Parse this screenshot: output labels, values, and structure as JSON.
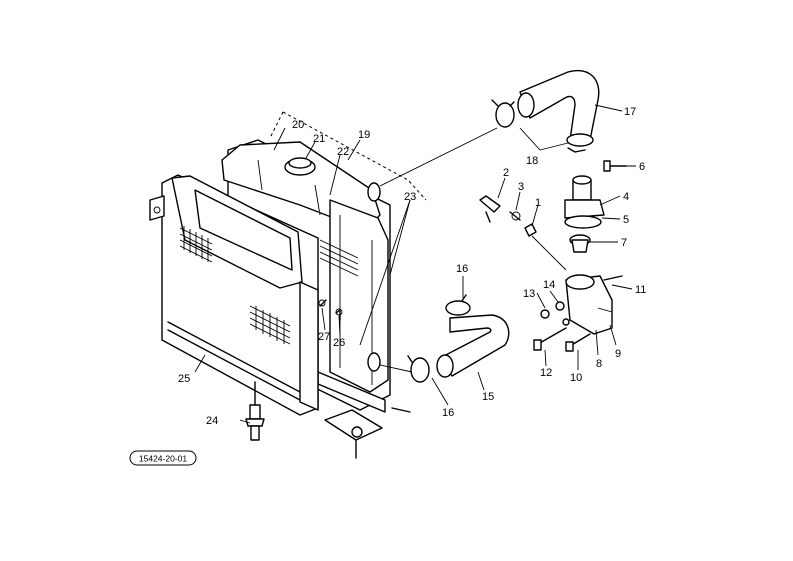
{
  "figure_code": "15424-20-01",
  "callouts": [
    {
      "id": "c1",
      "label": "1"
    },
    {
      "id": "c2",
      "label": "2"
    },
    {
      "id": "c3",
      "label": "3"
    },
    {
      "id": "c4",
      "label": "4"
    },
    {
      "id": "c5",
      "label": "5"
    },
    {
      "id": "c6",
      "label": "6"
    },
    {
      "id": "c7",
      "label": "7"
    },
    {
      "id": "c8",
      "label": "8"
    },
    {
      "id": "c9",
      "label": "9"
    },
    {
      "id": "c10",
      "label": "10"
    },
    {
      "id": "c11",
      "label": "11"
    },
    {
      "id": "c12",
      "label": "12"
    },
    {
      "id": "c13",
      "label": "13"
    },
    {
      "id": "c14",
      "label": "14"
    },
    {
      "id": "c15",
      "label": "15"
    },
    {
      "id": "c16a",
      "label": "16"
    },
    {
      "id": "c16b",
      "label": "16"
    },
    {
      "id": "c17",
      "label": "17"
    },
    {
      "id": "c18",
      "label": "18"
    },
    {
      "id": "c19",
      "label": "19"
    },
    {
      "id": "c20",
      "label": "20"
    },
    {
      "id": "c21",
      "label": "21"
    },
    {
      "id": "c22",
      "label": "22"
    },
    {
      "id": "c23",
      "label": "23"
    },
    {
      "id": "c24",
      "label": "24"
    },
    {
      "id": "c25",
      "label": "25"
    },
    {
      "id": "c26",
      "label": "26"
    },
    {
      "id": "c27",
      "label": "27"
    }
  ]
}
